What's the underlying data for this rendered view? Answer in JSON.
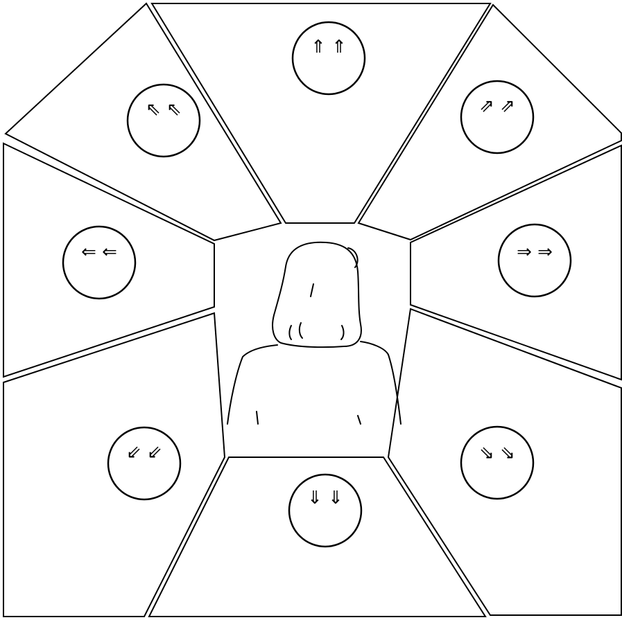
{
  "buttons": [
    {
      "id": "up",
      "name": "move-up-button",
      "label": "⇑ ⇑"
    },
    {
      "id": "up-right",
      "name": "move-up-right-button",
      "label": "⇗ ⇗"
    },
    {
      "id": "right",
      "name": "move-right-button",
      "label": "⇒ ⇒"
    },
    {
      "id": "down-right",
      "name": "move-down-right-button",
      "label": "⇘ ⇘"
    },
    {
      "id": "down",
      "name": "move-down-button",
      "label": "⇓ ⇓"
    },
    {
      "id": "down-left",
      "name": "move-down-left-button",
      "label": "⇙ ⇙"
    },
    {
      "id": "left",
      "name": "move-left-button",
      "label": "⇐ ⇐"
    },
    {
      "id": "up-left",
      "name": "move-up-left-button",
      "label": "⇖ ⇖"
    }
  ],
  "colors": {
    "line": "#000000",
    "background": "#ffffff"
  }
}
